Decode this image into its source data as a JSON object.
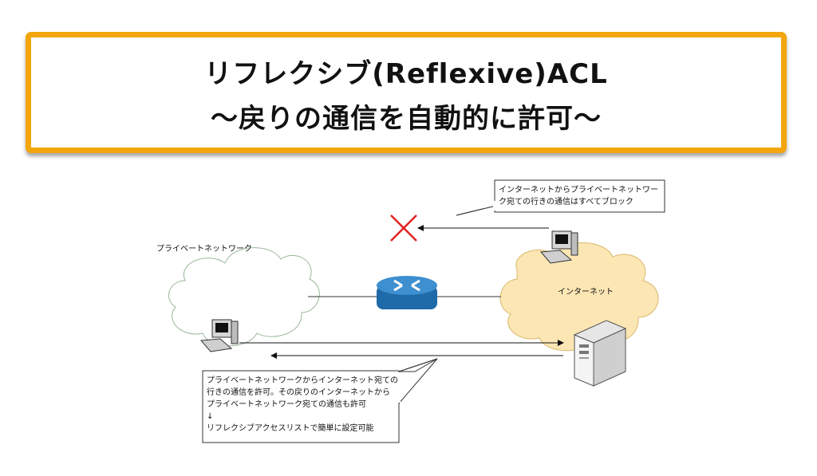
{
  "title": {
    "line1": "リフレクシブ(Reflexive)ACL",
    "line2": "〜戻りの通信を自動的に許可〜"
  },
  "labels": {
    "private_network": "プライベートネットワーク",
    "internet": "インターネット"
  },
  "callout_top": {
    "lines": [
      "インターネットからプライベートネットワー",
      "ク宛ての行きの通信はすべてブロック"
    ]
  },
  "callout_bottom": {
    "lines": [
      "プライベートネットワークからインターネット宛ての",
      "行きの通信を許可。その戻りのインターネットから",
      "プライベートネットワーク宛ての通信も許可",
      "↓",
      "リフレクシブアクセスリストで簡単に設定可能"
    ]
  },
  "colors": {
    "title_border": "#f2a60c",
    "internet_cloud": "#fbe6b4",
    "private_cloud_stroke": "#9ab79a",
    "router": "#2a7ab8",
    "block_mark": "#e02020"
  },
  "icons": [
    "router-icon",
    "pc-icon",
    "server-icon",
    "block-x-icon"
  ]
}
